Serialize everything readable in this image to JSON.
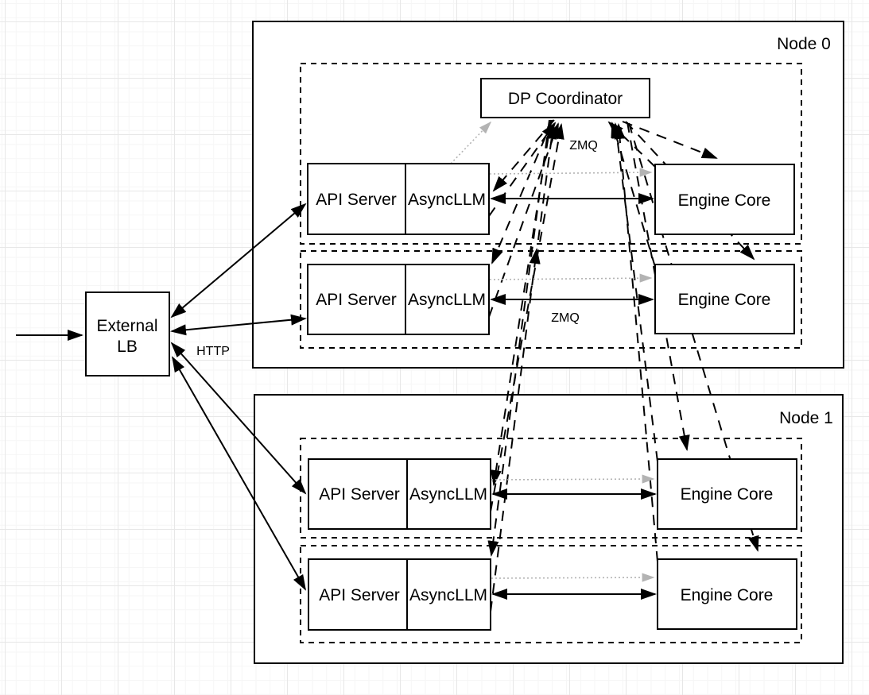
{
  "diagram": {
    "colors": {
      "line": "#000000",
      "dotted_line": "#b3b3b3",
      "box_fill": "#ffffff",
      "grid_minor": "#f6f6f6",
      "grid_major": "#e7e7e7"
    },
    "external_lb": {
      "label_line1": "External",
      "label_line2": "LB"
    },
    "edge_labels": {
      "http": "HTTP",
      "zmq_coordinator": "ZMQ",
      "zmq_row2": "ZMQ"
    },
    "nodes": [
      {
        "label": "Node 0",
        "coordinator_label": "DP Coordinator",
        "rows": [
          {
            "api_server": "API Server",
            "async_llm": "AsyncLLM",
            "engine_core": "Engine Core"
          },
          {
            "api_server": "API Server",
            "async_llm": "AsyncLLM",
            "engine_core": "Engine Core"
          }
        ]
      },
      {
        "label": "Node 1",
        "rows": [
          {
            "api_server": "API Server",
            "async_llm": "AsyncLLM",
            "engine_core": "Engine Core"
          },
          {
            "api_server": "API Server",
            "async_llm": "AsyncLLM",
            "engine_core": "Engine Core"
          }
        ]
      }
    ]
  }
}
